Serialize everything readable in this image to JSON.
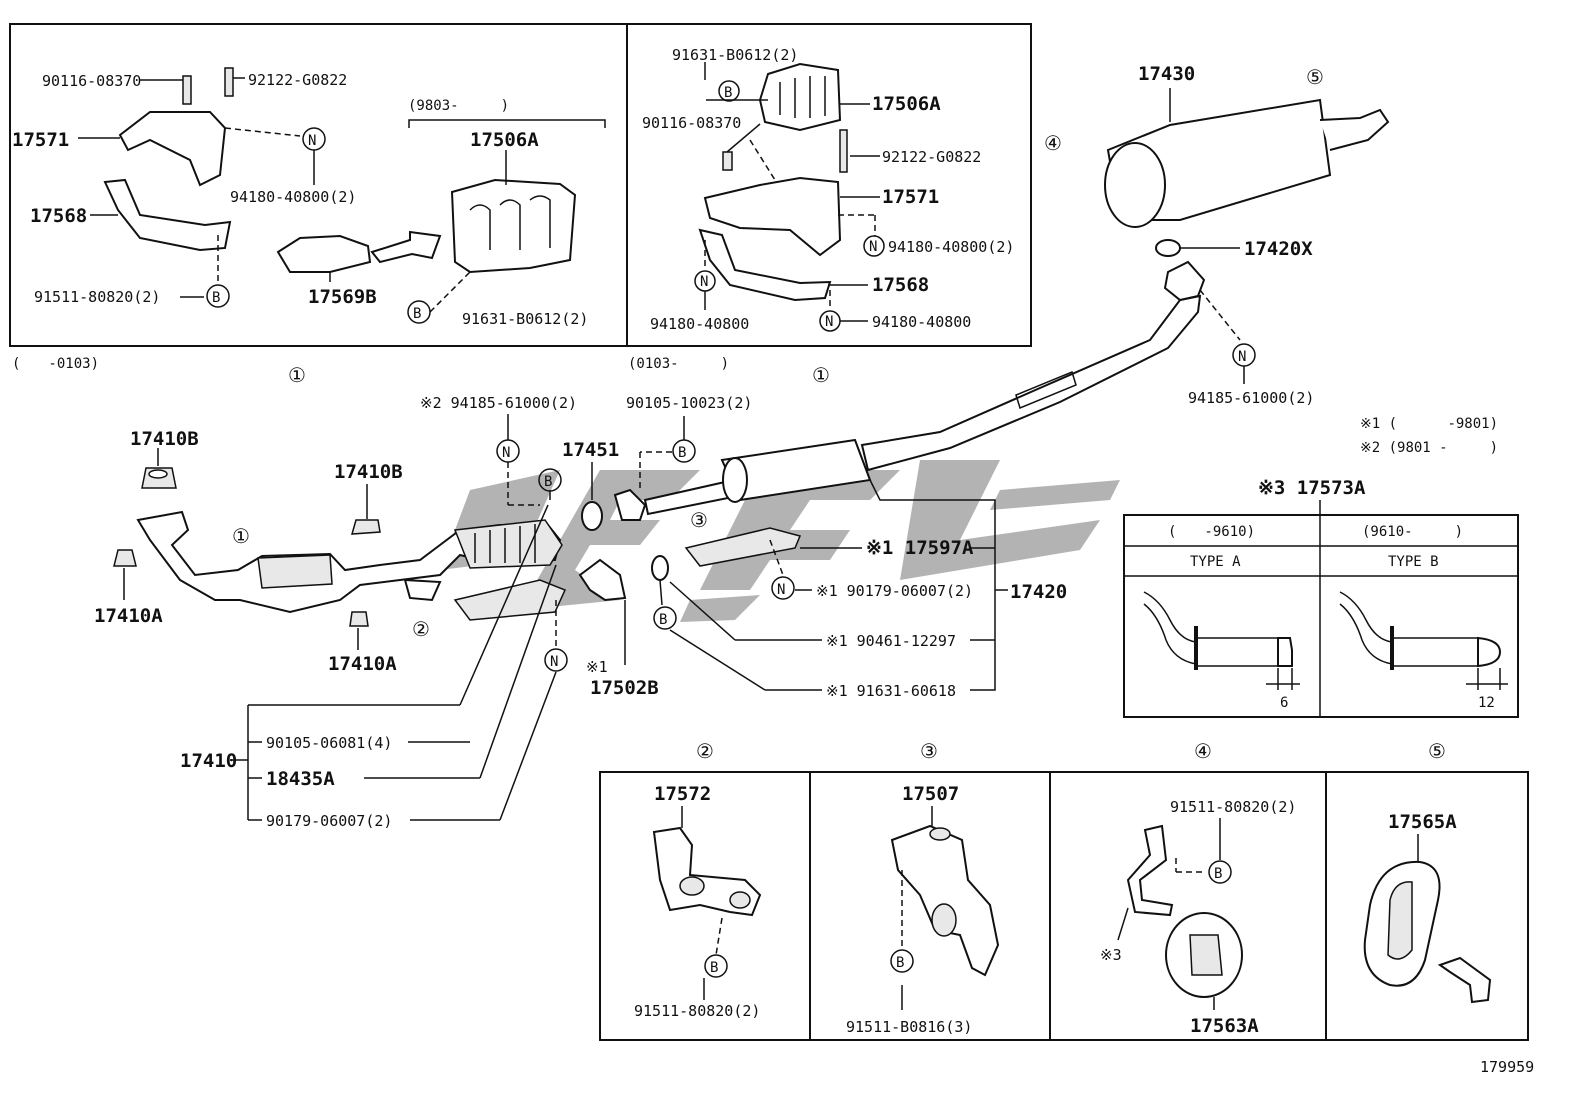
{
  "diagram": {
    "footer_id": "179959",
    "inset_left": {
      "labels": [
        "90116-08370",
        "92122-G0822",
        "17571",
        "N",
        "94180-40800(2)",
        "17568",
        "91511-80820(2)",
        "B",
        "17569B",
        "17506A",
        "(9803-　　　)",
        "B",
        "91631-B0612(2)"
      ],
      "date_range": "(　　-0103)",
      "callout": "①"
    },
    "inset_right": {
      "labels": [
        "91631-B0612(2)",
        "B",
        "17506A",
        "90116-08370",
        "92122-G0822",
        "17571",
        "N",
        "94180-40800(2)",
        "17568",
        "N",
        "94180-40800",
        "N",
        "94180-40800"
      ],
      "date_range": "(0103-　　　)",
      "callout": "①"
    },
    "main": {
      "labels": {
        "p17410B_a": "17410B",
        "p17410B_b": "17410B",
        "p17410A_a": "17410A",
        "p17410A_b": "17410A",
        "p17410": "17410",
        "p90105_06081": "90105-06081(4)",
        "p18435A": "18435A",
        "p90179_06007": "90179-06007(2)",
        "p94185_61000_note": "※2 94185-61000(2)",
        "p17451": "17451",
        "p90105_10023": "90105-10023(2)",
        "p17502B_note": "※1",
        "p17502B": "17502B",
        "p17597A": "※1 17597A",
        "p90179_06007b": "※1 90179-06007(2)",
        "p90461_12297": "※1 90461-12297",
        "p91631_60618": "※1 91631-60618",
        "p17420": "17420",
        "p17430": "17430",
        "p17420X": "17420X",
        "p94185_61000": "94185-61000(2)",
        "N": "N",
        "B": "B"
      },
      "callouts": [
        "①",
        "②",
        "③",
        "④",
        "⑤"
      ]
    },
    "notes": {
      "note1": "※1 (　　　 -9801)",
      "note2": "※2 (9801 -　　　)",
      "note3_title": "※3 17573A",
      "type_table": {
        "col1_range": "(　　-9610)",
        "col2_range": "(9610-　　　)",
        "col1_type": "TYPE A",
        "col2_type": "TYPE B",
        "col1_dim": "6",
        "col2_dim": "12"
      }
    },
    "bottom_boxes": [
      {
        "callout": "②",
        "part": "17572",
        "bolt": "91511-80820(2)",
        "mark": "B"
      },
      {
        "callout": "③",
        "part": "17507",
        "bolt": "91511-B0816(3)",
        "mark": "B"
      },
      {
        "callout": "④",
        "bolt": "91511-80820(2)",
        "mark": "B",
        "note": "※3",
        "part": "17563A"
      },
      {
        "callout": "⑤",
        "part": "17565A"
      }
    ]
  }
}
